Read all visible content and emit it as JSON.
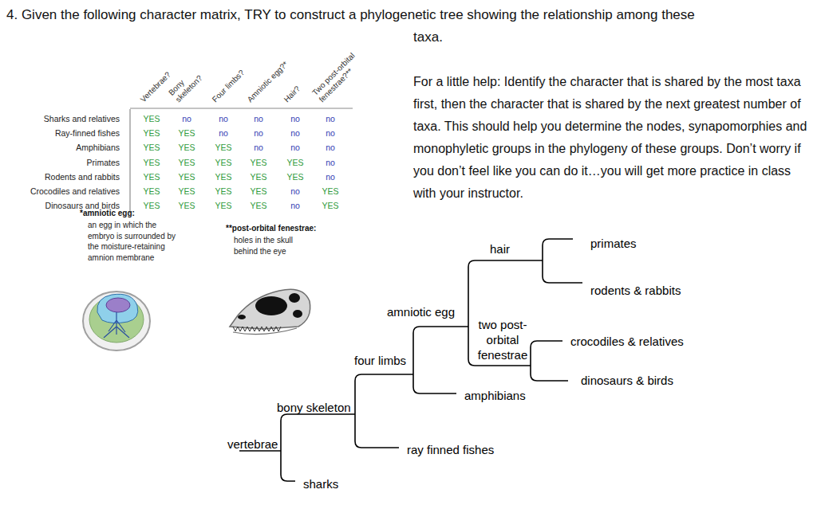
{
  "diagram": {
    "title": "4. Given the following character matrix, TRY to construct a phylogenetic tree showing the relationship among these taxa.",
    "labels": [
      "For a little help: Identify the character that is shared by the most taxa first, then the character that is shared by the next greatest number of taxa. This should help you determine the nodes, synapomorphies and monophyletic groups in the phylogeny of these groups. Don’t worry if you don’t feel like you can do it…you will get more practice in class with your instructor.",
      "Vertebrae?",
      "Bony skeleton?",
      "Four limbs?",
      "Amniotic egg?*",
      "Hair?",
      "Two post-orbital fenestrae?**",
      "Sharks and relatives",
      "Ray-finned fishes",
      "Amphibians",
      "Primates",
      "Rodents and rabbits",
      "Crocodiles and relatives",
      "Dinosaurs and birds",
      "YES",
      "no",
      "no",
      "no",
      "no",
      "no",
      "YES",
      "YES",
      "no",
      "no",
      "no",
      "no",
      "YES",
      "YES",
      "YES",
      "no",
      "no",
      "no",
      "YES",
      "YES",
      "YES",
      "YES",
      "YES",
      "no",
      "YES",
      "YES",
      "YES",
      "YES",
      "YES",
      "no",
      "YES",
      "YES",
      "YES",
      "YES",
      "no",
      "YES",
      "YES",
      "YES",
      "YES",
      "YES",
      "no",
      "YES",
      "*amniotic egg:",
      "an egg in which the embryo is surrounded by the moisture-retaining amnion membrane",
      "**post-orbital fenestrae:",
      "holes in the skull behind the eye",
      "hair",
      "primates",
      "rodents & rabbits",
      "amniotic egg",
      "two post-orbital fenestrae",
      "crocodiles & relatives",
      "dinosaurs & birds",
      "four limbs",
      "amphibians",
      "bony skeleton",
      "ray finned fishes",
      "vertebrae",
      "sharks"
    ]
  }
}
